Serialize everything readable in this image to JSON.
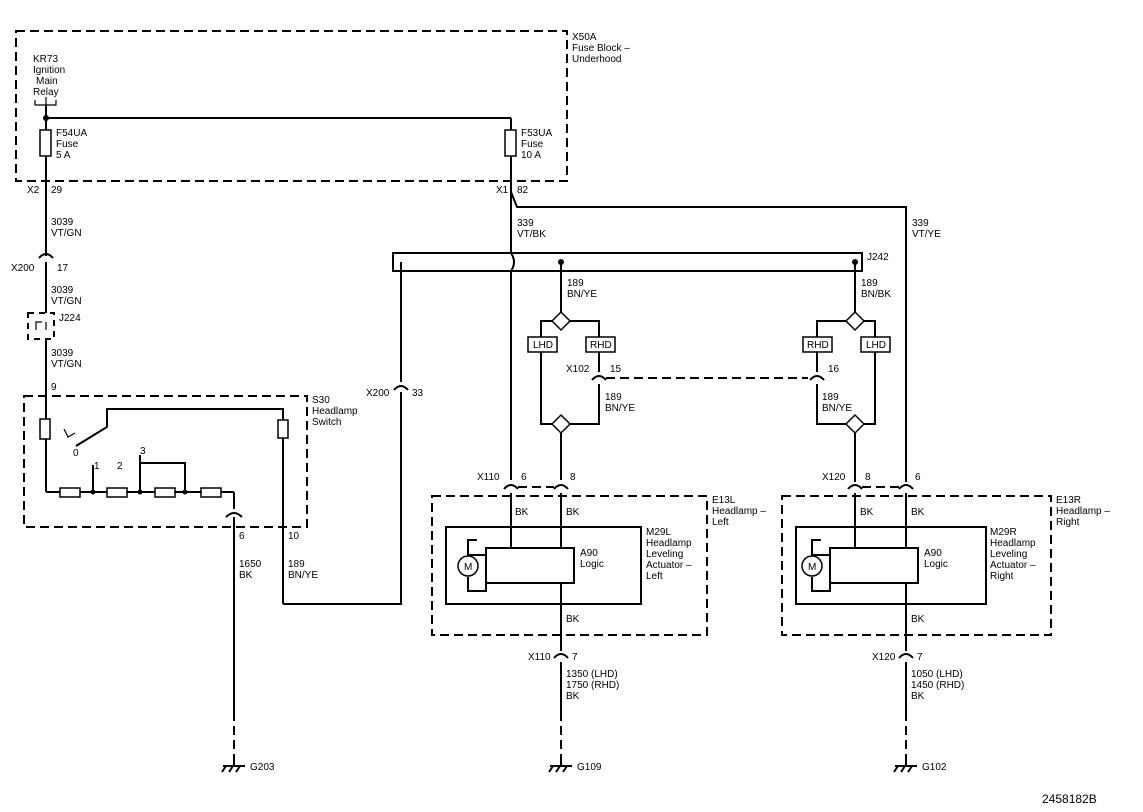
{
  "fuse_block": {
    "ref": "X50A",
    "name_l1": "Fuse Block –",
    "name_l2": "Underhood"
  },
  "relay": {
    "ref": "KR73",
    "l1": "Ignition",
    "l2": "Main",
    "l3": "Relay"
  },
  "fuses": [
    {
      "ref": "F54UA",
      "type": "Fuse",
      "rating": "5 A"
    },
    {
      "ref": "F53UA",
      "type": "Fuse",
      "rating": "10 A"
    }
  ],
  "connectors": {
    "x2": "X2",
    "x2_pin": "29",
    "x1": "X1",
    "x1_pin": "82",
    "x200a": "X200",
    "x200a_pin": "17",
    "x200b": "X200",
    "x200b_pin": "33",
    "x102": "X102",
    "x102_pin_l": "15",
    "x102_pin_r": "16",
    "x110_top": "X110",
    "x110_pin6": "6",
    "x110_pin8": "8",
    "x120_top": "X120",
    "x120_pin8": "8",
    "x120_pin6": "6",
    "x110_bot": "X110",
    "x110_pin7": "7",
    "x120_bot": "X120",
    "x120_pin7": "7",
    "s30_pin9": "9",
    "s30_pin6": "6",
    "s30_pin10": "10"
  },
  "wires": {
    "w3039_a": {
      "num": "3039",
      "color": "VT/GN"
    },
    "w3039_b": {
      "num": "3039",
      "color": "VT/GN"
    },
    "w3039_c": {
      "num": "3039",
      "color": "VT/GN"
    },
    "w339_l": {
      "num": "339",
      "color": "VT/BK"
    },
    "w339_r": {
      "num": "339",
      "color": "VT/YE"
    },
    "w189_l": {
      "num": "189",
      "color": "BN/YE"
    },
    "w189_r": {
      "num": "189",
      "color": "BN/BK"
    },
    "w189_l2": {
      "num": "189",
      "color": "BN/YE"
    },
    "w189_r2": {
      "num": "189",
      "color": "BN/YE"
    },
    "w189_s": {
      "num": "189",
      "color": "BN/YE"
    },
    "w1650": {
      "num": "1650",
      "color": "BK"
    },
    "bk": "BK",
    "w_left_gnd": {
      "l1": "1350 (LHD)",
      "l2": "1750 (RHD)",
      "color": "BK"
    },
    "w_right_gnd": {
      "l1": "1050 (LHD)",
      "l2": "1450 (RHD)",
      "color": "BK"
    }
  },
  "splices": {
    "j224": "J224",
    "j242": "J242"
  },
  "options": {
    "lhd": "LHD",
    "rhd": "RHD"
  },
  "switch": {
    "ref": "S30",
    "l1": "Headlamp",
    "l2": "Switch",
    "p0": "0",
    "p1": "1",
    "p2": "2",
    "p3": "3"
  },
  "left_lamp": {
    "ref": "E13L",
    "l1": "Headlamp –",
    "l2": "Left"
  },
  "right_lamp": {
    "ref": "E13R",
    "l1": "Headlamp –",
    "l2": "Right"
  },
  "left_act": {
    "ref": "M29L",
    "l1": "Headlamp",
    "l2": "Leveling",
    "l3": "Actuator –",
    "l4": "Left",
    "logic_ref": "A90",
    "logic": "Logic",
    "motor": "M"
  },
  "right_act": {
    "ref": "M29R",
    "l1": "Headlamp",
    "l2": "Leveling",
    "l3": "Actuator –",
    "l4": "Right",
    "logic_ref": "A90",
    "logic": "Logic",
    "motor": "M"
  },
  "grounds": {
    "g203": "G203",
    "g109": "G109",
    "g102": "G102"
  },
  "figure_id": "2458182B"
}
